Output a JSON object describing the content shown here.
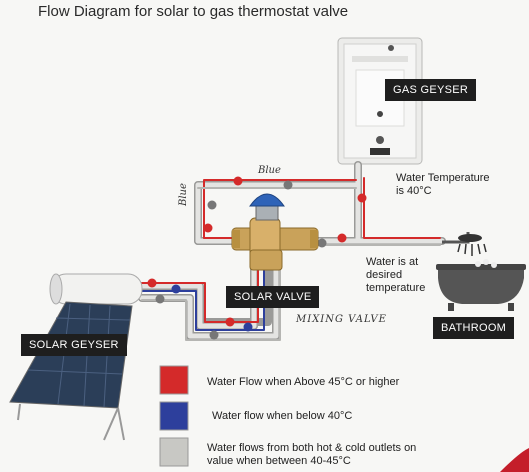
{
  "title": "Flow Diagram for solar to gas thermostat valve",
  "labels": {
    "gas_geyser": "GAS GEYSER",
    "solar_valve": "SOLAR VALVE",
    "solar_geyser": "SOLAR GEYSER",
    "bathroom": "BATHROOM"
  },
  "notes": {
    "water_temperature": [
      "Water Temperature",
      "is 40°C"
    ],
    "desired_temperature": [
      "Water is at",
      "desired",
      "temperature"
    ]
  },
  "handwriting": {
    "blue_top": "Blue",
    "blue_side": "Blue",
    "mixing_valve": "MIXING VALVE"
  },
  "legend": [
    {
      "color": "#d42a2a",
      "text": [
        "Water Flow when Above 45°C or higher"
      ]
    },
    {
      "color": "#2d3f9c",
      "text": [
        "Water flow when below 40°C"
      ]
    },
    {
      "color": "#c8c8c4",
      "text": [
        "Water flows from both hot & cold outlets on",
        "value when between 40-45°C"
      ]
    }
  ],
  "colors": {
    "hot": "#d42a2a",
    "cold": "#2d3f9c",
    "mixed": "#c8c8c4"
  }
}
